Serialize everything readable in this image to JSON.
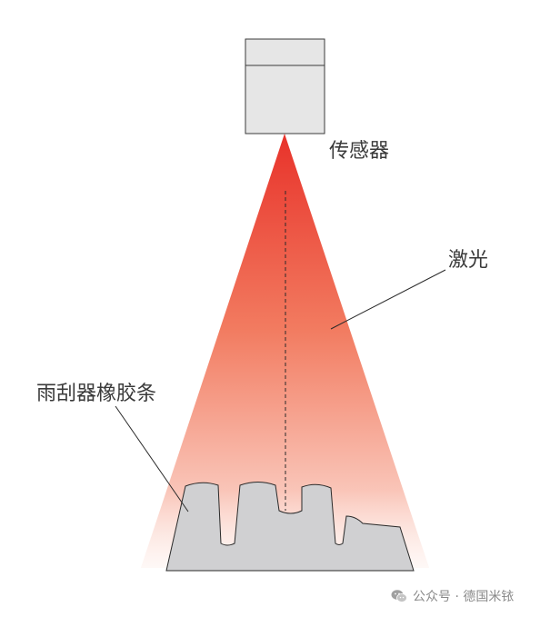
{
  "labels": {
    "sensor": "传感器",
    "laser": "激光",
    "wiper": "雨刮器橡胶条"
  },
  "watermark": {
    "icon": "wechat-icon",
    "text": "公众号 · 德国米铱"
  },
  "colors": {
    "laser_top": "#e8322a",
    "laser_bottom": "#fde8e2",
    "sensor_fill": "#e6e6e6",
    "sensor_stroke": "#3a3a3a",
    "profile_fill": "#d0d0d2",
    "profile_stroke": "#2a2a2a",
    "leader_line": "#2a2a2a",
    "label_text": "#3a3a3a"
  }
}
